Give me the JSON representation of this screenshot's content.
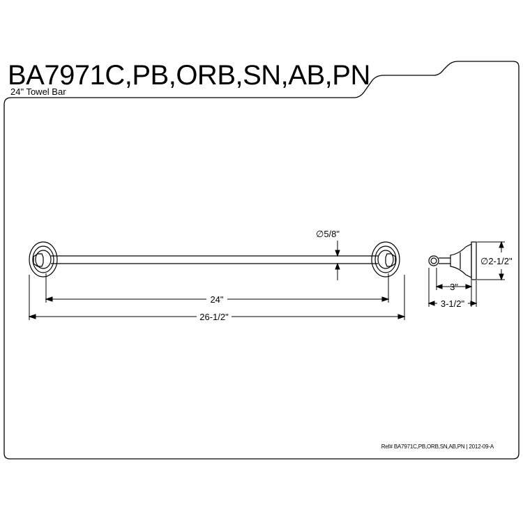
{
  "header": {
    "model": "BA7971C,PB,ORB,SN,AB,PN",
    "product": "24\" Towel Bar"
  },
  "dimensions": {
    "bar_diameter": "∅5/8\"",
    "bar_length": "24\"",
    "overall_length": "26-1/2\"",
    "flange_diameter": "∅2-1/2\"",
    "projection": "3\"",
    "overall_projection": "3-1/2\""
  },
  "footer": {
    "reference": "Ref# BA7971C,PB,ORB,SN,AB,PN | 2012-09-A"
  }
}
